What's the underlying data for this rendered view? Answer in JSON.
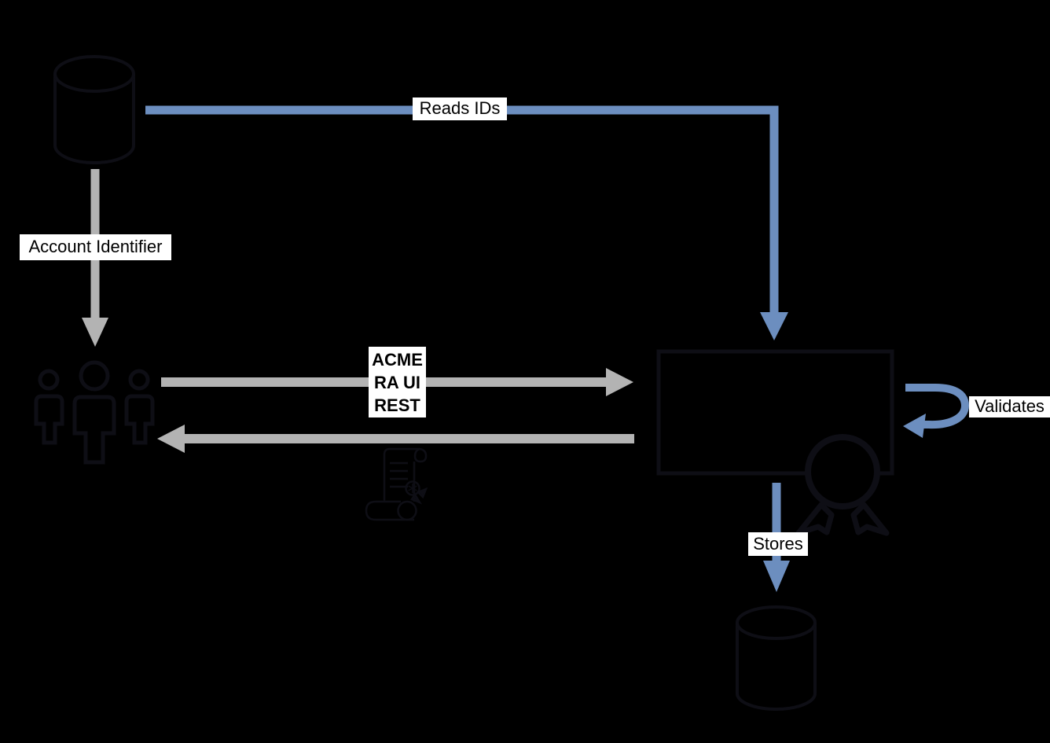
{
  "diagram": {
    "background_color": "#000000",
    "colors": {
      "blue_arrow": "#6c8ebf",
      "gray_arrow": "#b3b3b3",
      "shape_stroke": "#0e0e15",
      "label_background": "#ffffff",
      "label_text": "#000000"
    },
    "labels": {
      "reads_ids": "Reads IDs",
      "account_identifier": "Account Identifier",
      "acme_line1": "ACME",
      "acme_line2": "RA UI",
      "acme_line3": "REST",
      "validates": "Validates",
      "stores": "Stores"
    },
    "nodes": [
      {
        "id": "top-database",
        "shape": "database-cylinder"
      },
      {
        "id": "users-group",
        "shape": "people-group"
      },
      {
        "id": "main-box",
        "shape": "rectangle"
      },
      {
        "id": "award-ribbon",
        "shape": "rosette-badge"
      },
      {
        "id": "certificate-scroll",
        "shape": "scroll-certificate"
      },
      {
        "id": "bottom-database",
        "shape": "database-cylinder"
      }
    ],
    "edges": [
      {
        "id": "reads-ids",
        "label": "Reads IDs",
        "from": "top-database",
        "to": "main-box",
        "color": "blue"
      },
      {
        "id": "account-identifier",
        "label": "Account Identifier",
        "from": "top-database",
        "to": "users-group",
        "color": "gray"
      },
      {
        "id": "acme-request",
        "label": "ACME RA UI REST",
        "from": "users-group",
        "to": "main-box",
        "color": "gray"
      },
      {
        "id": "response",
        "label": "",
        "from": "main-box",
        "to": "users-group",
        "color": "gray"
      },
      {
        "id": "validates",
        "label": "Validates",
        "from": "main-box",
        "to": "main-box",
        "color": "blue"
      },
      {
        "id": "stores",
        "label": "Stores",
        "from": "main-box",
        "to": "bottom-database",
        "color": "blue"
      }
    ]
  }
}
